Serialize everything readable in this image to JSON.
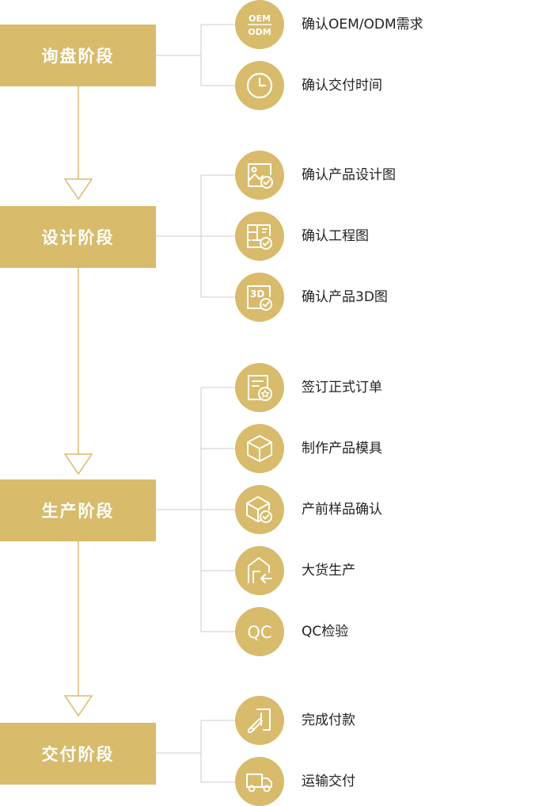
{
  "colors": {
    "accent": "#d8bb6b",
    "line": "#cccccc",
    "arrow": "#d8bb6b",
    "text": "#222222"
  },
  "stages": [
    {
      "name": "询盘阶段",
      "steps": [
        {
          "label": "确认OEM/ODM需求",
          "icon": "oem-odm-icon",
          "icon_text": [
            "OEM",
            "ODM"
          ]
        },
        {
          "label": "确认交付时间",
          "icon": "clock-icon"
        }
      ]
    },
    {
      "name": "设计阶段",
      "steps": [
        {
          "label": "确认产品设计图",
          "icon": "image-check-icon"
        },
        {
          "label": "确认工程图",
          "icon": "blueprint-check-icon"
        },
        {
          "label": "确认产品3D图",
          "icon": "3d-check-icon",
          "icon_text": [
            "3D"
          ]
        }
      ]
    },
    {
      "name": "生产阶段",
      "steps": [
        {
          "label": "签订正式订单",
          "icon": "contract-star-icon"
        },
        {
          "label": "制作产品模具",
          "icon": "box-icon"
        },
        {
          "label": "产前样品确认",
          "icon": "box-check-icon"
        },
        {
          "label": "大货生产",
          "icon": "warehouse-arrow-icon"
        },
        {
          "label": "QC检验",
          "icon": "qc-icon",
          "icon_text": [
            "QC"
          ]
        }
      ]
    },
    {
      "name": "交付阶段",
      "steps": [
        {
          "label": "完成付款",
          "icon": "payment-pen-icon"
        },
        {
          "label": "运输交付",
          "icon": "truck-icon"
        }
      ]
    }
  ]
}
